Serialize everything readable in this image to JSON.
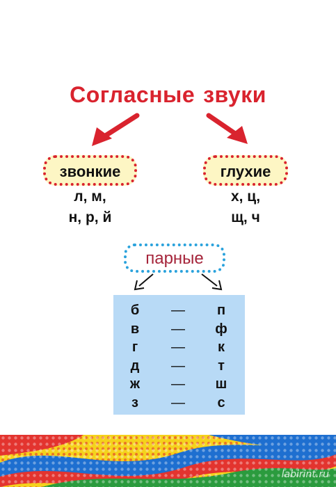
{
  "title": {
    "word1": "Согласные",
    "word2": "звуки"
  },
  "voiced": {
    "label": "звонкие",
    "letters_line1": "л,  м,",
    "letters_line2": "н,  р,  й"
  },
  "voiceless": {
    "label": "глухие",
    "letters_line1": "х,  ц,",
    "letters_line2": "щ,  ч"
  },
  "paired": {
    "label": "парные",
    "rows": [
      {
        "voiced": "б",
        "dash": "—",
        "voiceless": "п"
      },
      {
        "voiced": "в",
        "dash": "—",
        "voiceless": "ф"
      },
      {
        "voiced": "г",
        "dash": "—",
        "voiceless": "к"
      },
      {
        "voiced": "д",
        "dash": "—",
        "voiceless": "т"
      },
      {
        "voiced": "ж",
        "dash": "—",
        "voiceless": "ш"
      },
      {
        "voiced": "з",
        "dash": "—",
        "voiceless": "с"
      }
    ]
  },
  "watermark": "labirint.ru",
  "colors": {
    "title": "#d9232e",
    "arrow_red": "#d9232e",
    "pill_fill": "#fdf6c4",
    "paired_border": "#2aa2dc",
    "paired_text": "#a5243a",
    "table_fill": "#b8daf6"
  }
}
